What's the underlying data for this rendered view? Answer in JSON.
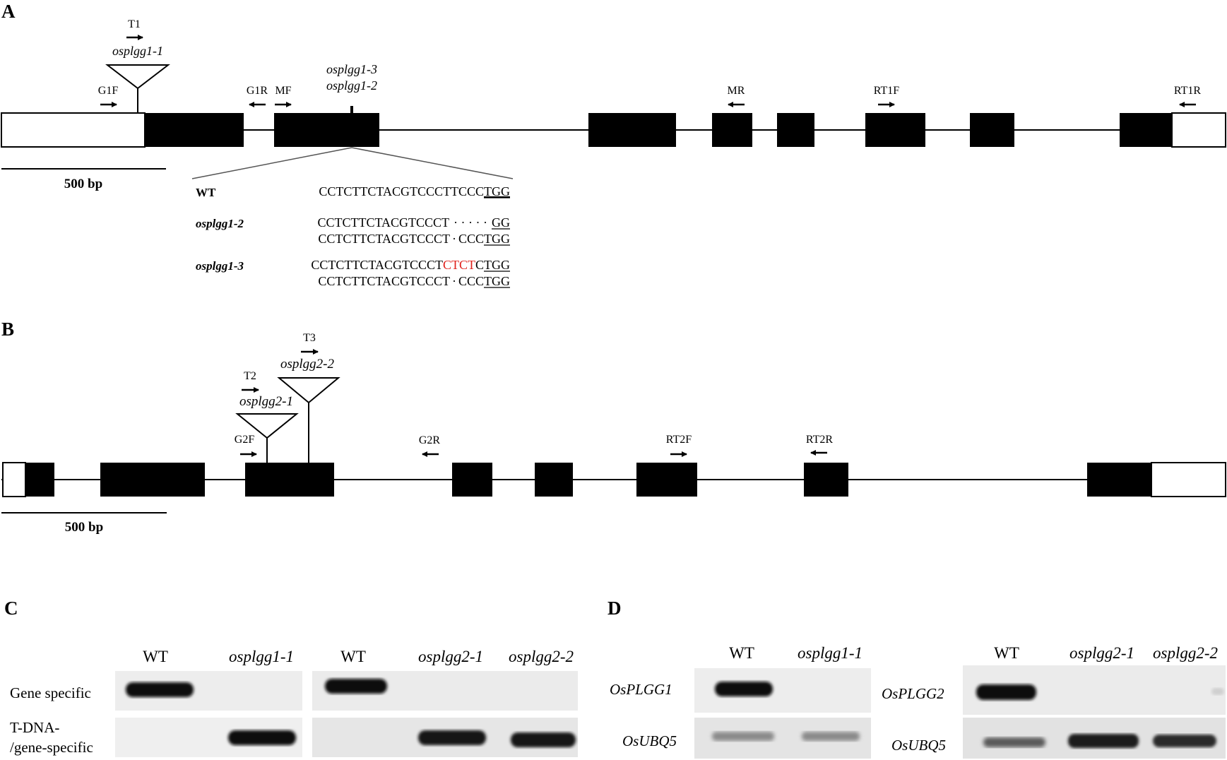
{
  "panels": {
    "A": "A",
    "B": "B",
    "C": "C",
    "D": "D"
  },
  "gene1": {
    "primers": {
      "T1": "T1",
      "G1F": "G1F",
      "G1R": "G1R",
      "MF": "MF",
      "MR": "MR",
      "RT1F": "RT1F",
      "RT1R": "RT1R"
    },
    "insertion": "osplgg1-1",
    "crispr_line1": "osplgg1-3",
    "crispr_line2": "osplgg1-2",
    "scale_bar": "500 bp",
    "alignment": {
      "wt_label": "WT",
      "wt_seq": "CCTCTTCTACGTCCCTTCCC",
      "wt_pam": "TGG",
      "m2_label": "osplgg1-2",
      "m2_seq1": "CCTCTTCTACGTCCCT",
      "m2_dots1": "· · · · ·",
      "m2_pam1": "GG",
      "m2_seq2": "CCTCTTCTACGTCCCT",
      "m2_mid2": "·",
      "m2_tail2": "CCC",
      "m2_pam2": "TGG",
      "m3_label": "osplgg1-3",
      "m3_seq1": "CCTCTTCTACGTCCCT",
      "m3_ins": "CTCT",
      "m3_tail1": "C",
      "m3_pam1": "TGG",
      "m3_seq2": "CCTCTTCTACGTCCCT",
      "m3_mid2": "·",
      "m3_tail2": "CCC",
      "m3_pam2": "TGG",
      "insert_color": "#e0201b"
    }
  },
  "gene2": {
    "primers": {
      "T2": "T2",
      "T3": "T3",
      "G2F": "G2F",
      "G2R": "G2R",
      "RT2F": "RT2F",
      "RT2R": "RT2R"
    },
    "insertion1": "osplgg2-1",
    "insertion2": "osplgg2-2",
    "scale_bar": "500 bp"
  },
  "panel_c": {
    "lanes_left": [
      "WT",
      "osplgg1-1"
    ],
    "lanes_right": [
      "WT",
      "osplgg2-1",
      "osplgg2-2"
    ],
    "row1": "Gene specific",
    "row2a": "T-DNA-",
    "row2b": "/gene-specific"
  },
  "panel_d": {
    "lanes_left": [
      "WT",
      "osplgg1-1"
    ],
    "lanes_right": [
      "WT",
      "osplgg2-1",
      "osplgg2-2"
    ],
    "left_gene": "OsPLGG1",
    "left_ref": "OsUBQ5",
    "right_gene": "OsPLGG2",
    "right_ref": "OsUBQ5"
  },
  "colors": {
    "exon": "#000000",
    "utr": "#ffffff",
    "gel_background": "#eeeeee",
    "band": "#111111"
  }
}
